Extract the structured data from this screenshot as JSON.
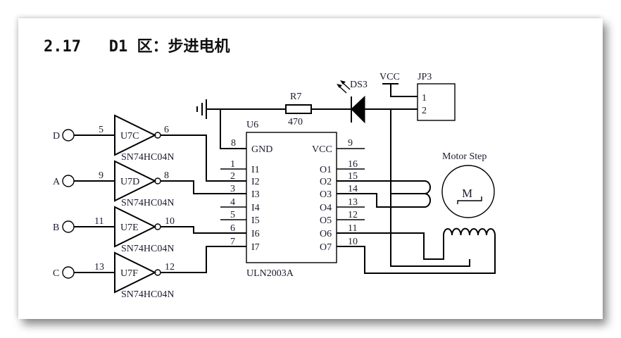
{
  "heading": "2.17   D1 区：步进电机",
  "inputs": [
    {
      "label": "D",
      "in_pin": "5",
      "gate": "U7C",
      "out_pin": "6",
      "part": "SN74HC04N"
    },
    {
      "label": "A",
      "in_pin": "9",
      "gate": "U7D",
      "out_pin": "8",
      "part": "SN74HC04N"
    },
    {
      "label": "B",
      "in_pin": "11",
      "gate": "U7E",
      "out_pin": "10",
      "part": "SN74HC04N"
    },
    {
      "label": "C",
      "in_pin": "13",
      "gate": "U7F",
      "out_pin": "12",
      "part": "SN74HC04N"
    }
  ],
  "ic": {
    "ref": "U6",
    "part": "ULN2003A",
    "gnd_label": "GND",
    "gnd_pin": "8",
    "vcc_label": "VCC",
    "vcc_pin": "9",
    "left_pins": [
      {
        "num": "1",
        "name": "I1"
      },
      {
        "num": "2",
        "name": "I2"
      },
      {
        "num": "3",
        "name": "I3"
      },
      {
        "num": "4",
        "name": "I4"
      },
      {
        "num": "5",
        "name": "I5"
      },
      {
        "num": "6",
        "name": "I6"
      },
      {
        "num": "7",
        "name": "I7"
      }
    ],
    "right_pins": [
      {
        "num": "16",
        "name": "O1"
      },
      {
        "num": "15",
        "name": "O2"
      },
      {
        "num": "14",
        "name": "O3"
      },
      {
        "num": "13",
        "name": "O4"
      },
      {
        "num": "12",
        "name": "O5"
      },
      {
        "num": "11",
        "name": "O6"
      },
      {
        "num": "10",
        "name": "O7"
      }
    ]
  },
  "resistor": {
    "ref": "R7",
    "value": "470"
  },
  "led": {
    "ref": "DS3"
  },
  "vcc_label": "VCC",
  "jumper": {
    "ref": "JP3",
    "pins": [
      "1",
      "2"
    ]
  },
  "motor": {
    "label": "Motor Step",
    "symbol": "M"
  }
}
